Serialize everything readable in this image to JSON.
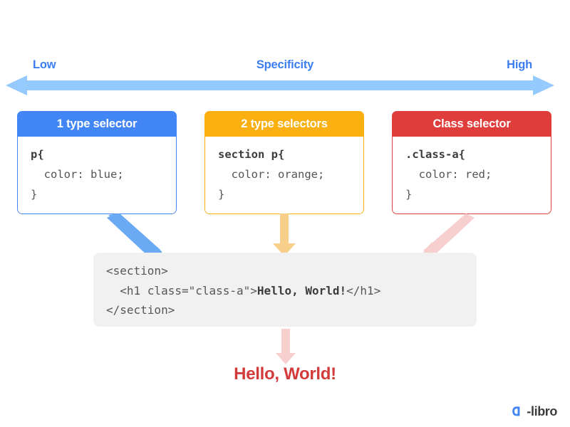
{
  "scale": {
    "low_label": "Low",
    "title": "Specificity",
    "high_label": "High",
    "bar_color": "#95caff"
  },
  "cards": [
    {
      "header": "1 type selector",
      "header_color": "#4285f4",
      "code_selector": "p{",
      "code_declaration": "  color: blue;",
      "code_close": "}",
      "arrow_color": "#6aaaf5"
    },
    {
      "header": "2 type selectors",
      "header_color": "#fbb012",
      "code_selector": "section p{",
      "code_declaration": "  color: orange;",
      "code_close": "}",
      "arrow_color": "#f8cf8a"
    },
    {
      "header": "Class selector",
      "header_color": "#df3c3c",
      "code_selector": ".class-a{",
      "code_declaration": "  color: red;",
      "code_close": "}",
      "arrow_color": "#f7cfcf"
    }
  ],
  "snippet": {
    "line1": "<section>",
    "line2_prefix": "  <h1 class=\"class-a\">",
    "line2_bold": "Hello, World!",
    "line2_suffix": "</h1>",
    "line3": "</section>"
  },
  "result": {
    "text": "Hello, World!",
    "color": "#d33b3b",
    "arrow_color": "#f7cfcf"
  },
  "logo": {
    "text": "-libro",
    "mark_color": "#4285f4",
    "icon": "d-libro-logo-icon"
  }
}
